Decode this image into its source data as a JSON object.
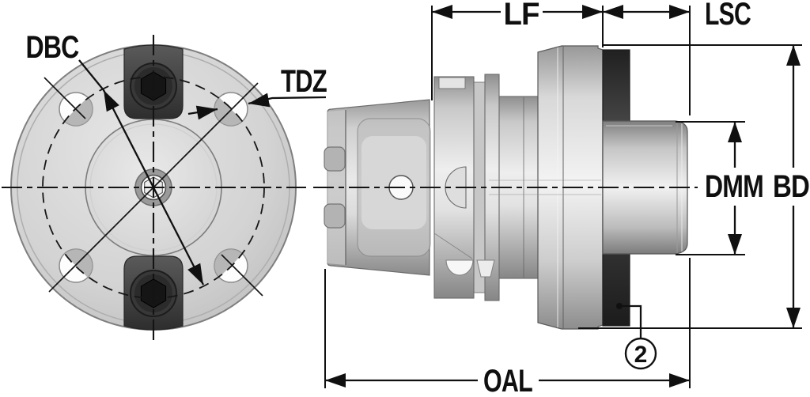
{
  "drawing": {
    "title": "Shell mill holder technical drawing",
    "view_front": "flange end view with bolt circle, drive lugs and mounting holes",
    "view_side": "side profile view with taper shank, flange, adapter ring and pilot"
  },
  "labels": {
    "dbc": "DBC",
    "tdz": "TDZ",
    "lf": "LF",
    "lsc": "LSC",
    "dmm": "DMM",
    "bd": "BD",
    "oal": "OAL"
  },
  "callout": {
    "number": "2"
  },
  "colors": {
    "line": "#101010",
    "text": "#0f0f0f",
    "background": "#ffffff",
    "body_light": "#f0f0f0",
    "body_mid": "#cccccc",
    "body_dark": "#8c8c8c",
    "dark_ring": "#353535",
    "lug_dark": "#3c3c3c"
  }
}
